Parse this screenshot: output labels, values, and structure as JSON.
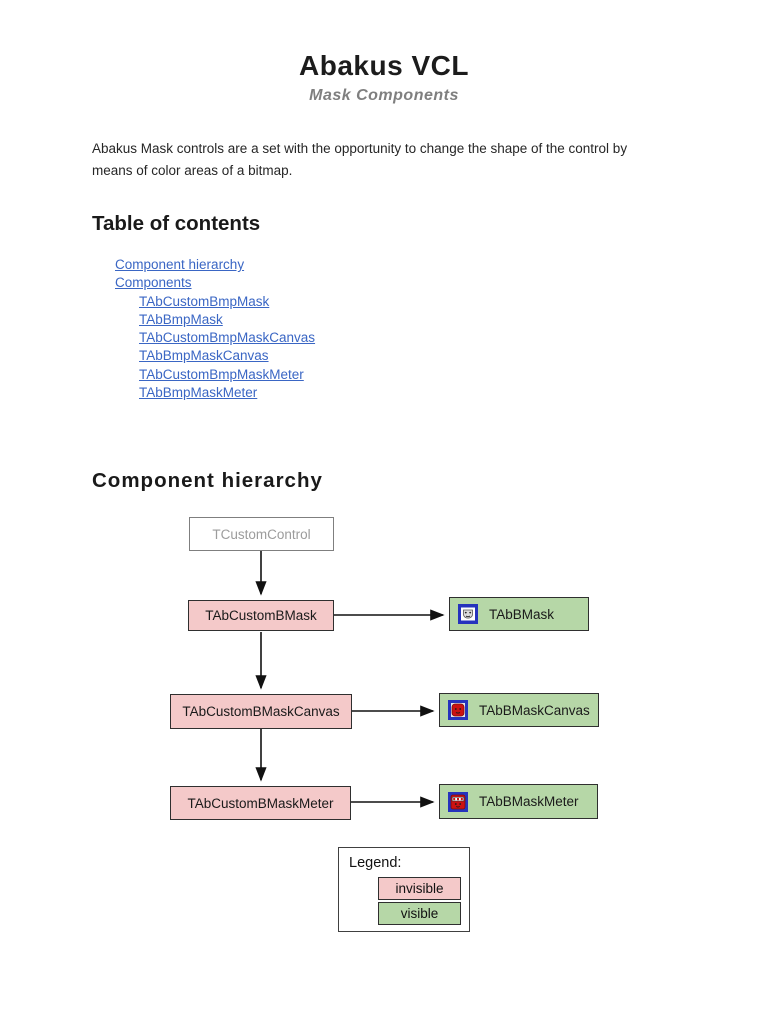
{
  "page": {
    "title": "Abakus VCL",
    "subtitle": "Mask Components",
    "intro": "Abakus Mask controls are a set with the opportunity to change the shape of the control by means of color areas of a bitmap."
  },
  "toc": {
    "heading": "Table of contents",
    "links": [
      {
        "label": "Component hierarchy",
        "level": 1
      },
      {
        "label": "Components",
        "level": 1
      },
      {
        "label": "TAbCustomBmpMask",
        "level": 2
      },
      {
        "label": "TAbBmpMask",
        "level": 2
      },
      {
        "label": "TAbCustomBmpMaskCanvas",
        "level": 2
      },
      {
        "label": "TAbBmpMaskCanvas",
        "level": 2
      },
      {
        "label": "TAbCustomBmpMaskMeter",
        "level": 2
      },
      {
        "label": "TAbBmpMaskMeter",
        "level": 2
      }
    ]
  },
  "hierarchy": {
    "heading": "Component hierarchy",
    "nodes": {
      "root": "TCustomControl",
      "custom_mask": "TAbCustomBMask",
      "visible_mask": "TAbBMask",
      "custom_canvas": "TAbCustomBMaskCanvas",
      "visible_canvas": "TAbBMaskCanvas",
      "custom_meter": "TAbCustomBMaskMeter",
      "visible_meter": "TAbBMaskMeter"
    },
    "icons": {
      "visible_mask": "bitmap-mask-icon",
      "visible_canvas": "bitmap-mask-canvas-icon",
      "visible_meter": "bitmap-mask-meter-icon"
    },
    "legend": {
      "title": "Legend:",
      "invisible_label": "invisible",
      "visible_label": "visible"
    }
  },
  "colors": {
    "link_blue": "#3a66c4",
    "invisible_fill": "#f4c9c9",
    "visible_fill": "#b6d7a7",
    "neutral_border": "#7f7f7f",
    "node_border": "#2f2f2f",
    "subtitle_gray": "#7f7f7f",
    "icon_frame_blue": "#2633bd",
    "icon_red": "#cc1212"
  }
}
